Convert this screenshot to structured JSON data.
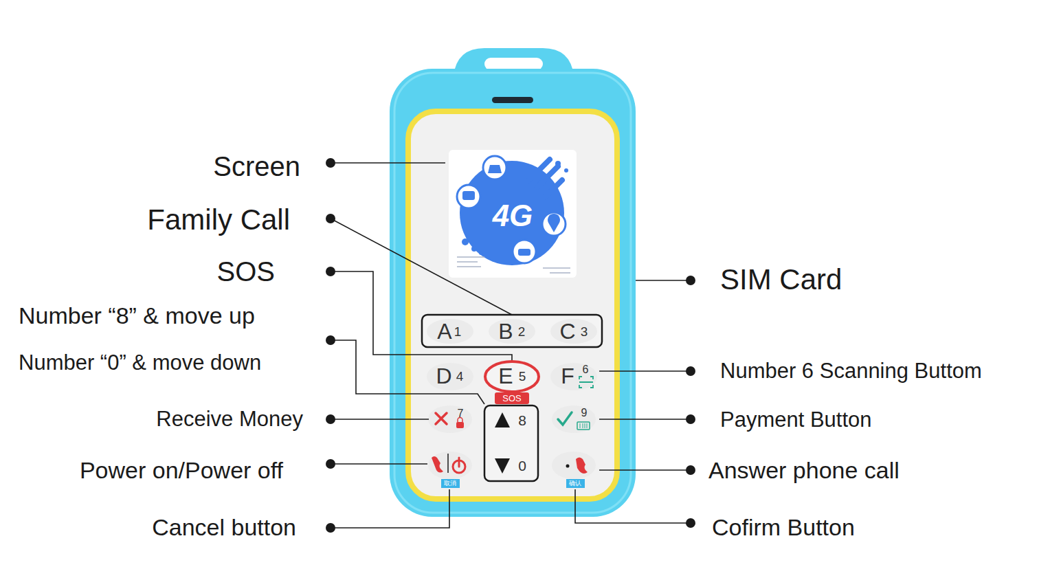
{
  "diagram": {
    "labels": [
      "Screen",
      "Family Call",
      "SOS",
      "Number “8” & move up",
      "Number “0” & move down",
      "Receive Money",
      "Power on/Power off",
      "Cancel button",
      "SIM Card",
      "Number 6 Scanning Buttom",
      "Payment Button",
      "Answer phone call",
      "Cofirm Button",
      "4G",
      "A",
      "1",
      "B",
      "2",
      "C",
      "3",
      "D",
      "4",
      "E",
      "5",
      "SOS",
      "F",
      "6",
      "7",
      "8",
      "9",
      "0",
      "取消",
      "确认"
    ]
  }
}
